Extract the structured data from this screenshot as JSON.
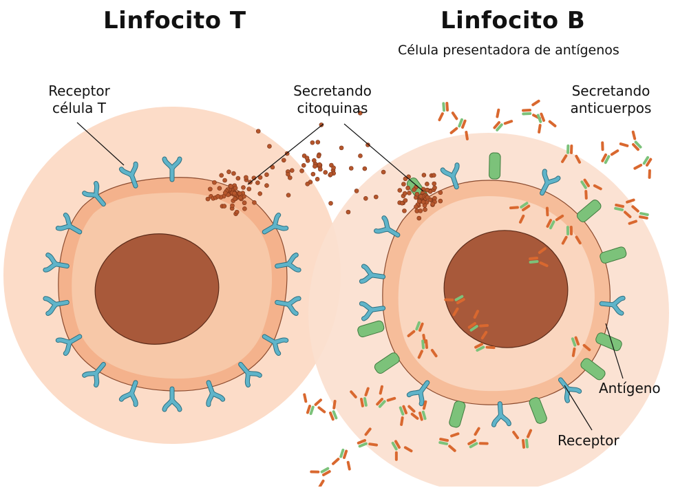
{
  "titles": {
    "t_cell": "Linfocito T",
    "b_cell": "Linfocito B",
    "b_subtitle": "Célula presentadora de antígenos"
  },
  "labels": {
    "t_receptor": [
      "Receptor",
      "célula T"
    ],
    "cytokines": [
      "Secretando",
      "citoquinas"
    ],
    "antibodies": [
      "Secretando",
      "anticuerpos"
    ],
    "antigen": "Antígeno",
    "receptor": "Receptor"
  },
  "colors": {
    "cell_outer": "#fbd9c4",
    "cell_membrane": "#f5b48e",
    "cytoplasm": "#f7c6a4",
    "nucleus": "#a8593a",
    "receptor_blue": "#5fb4c9",
    "antigen_green": "#7cc27a",
    "antibody_orange": "#d9682f",
    "cytokine": "#b5562c"
  }
}
